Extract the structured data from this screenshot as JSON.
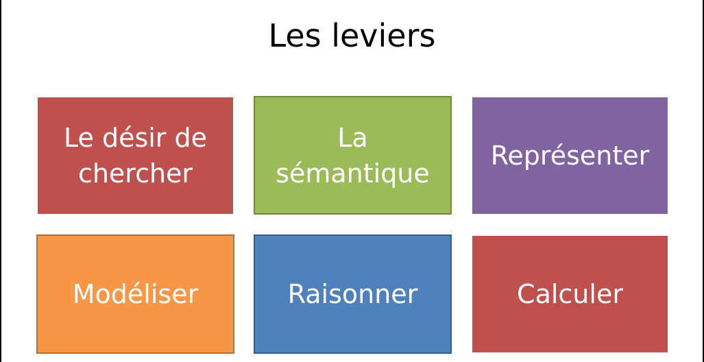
{
  "title": "Les leviers",
  "boxes": [
    {
      "label": "Le désir de chercher",
      "color": "#C0504D"
    },
    {
      "label": "La sémantique",
      "color": "#9BBB59"
    },
    {
      "label": "Représenter",
      "color": "#8064A2"
    },
    {
      "label": "Modéliser",
      "color": "#F79646"
    },
    {
      "label": "Raisonner",
      "color": "#4F81BD"
    },
    {
      "label": "Calculer",
      "color": "#C0504D"
    }
  ]
}
